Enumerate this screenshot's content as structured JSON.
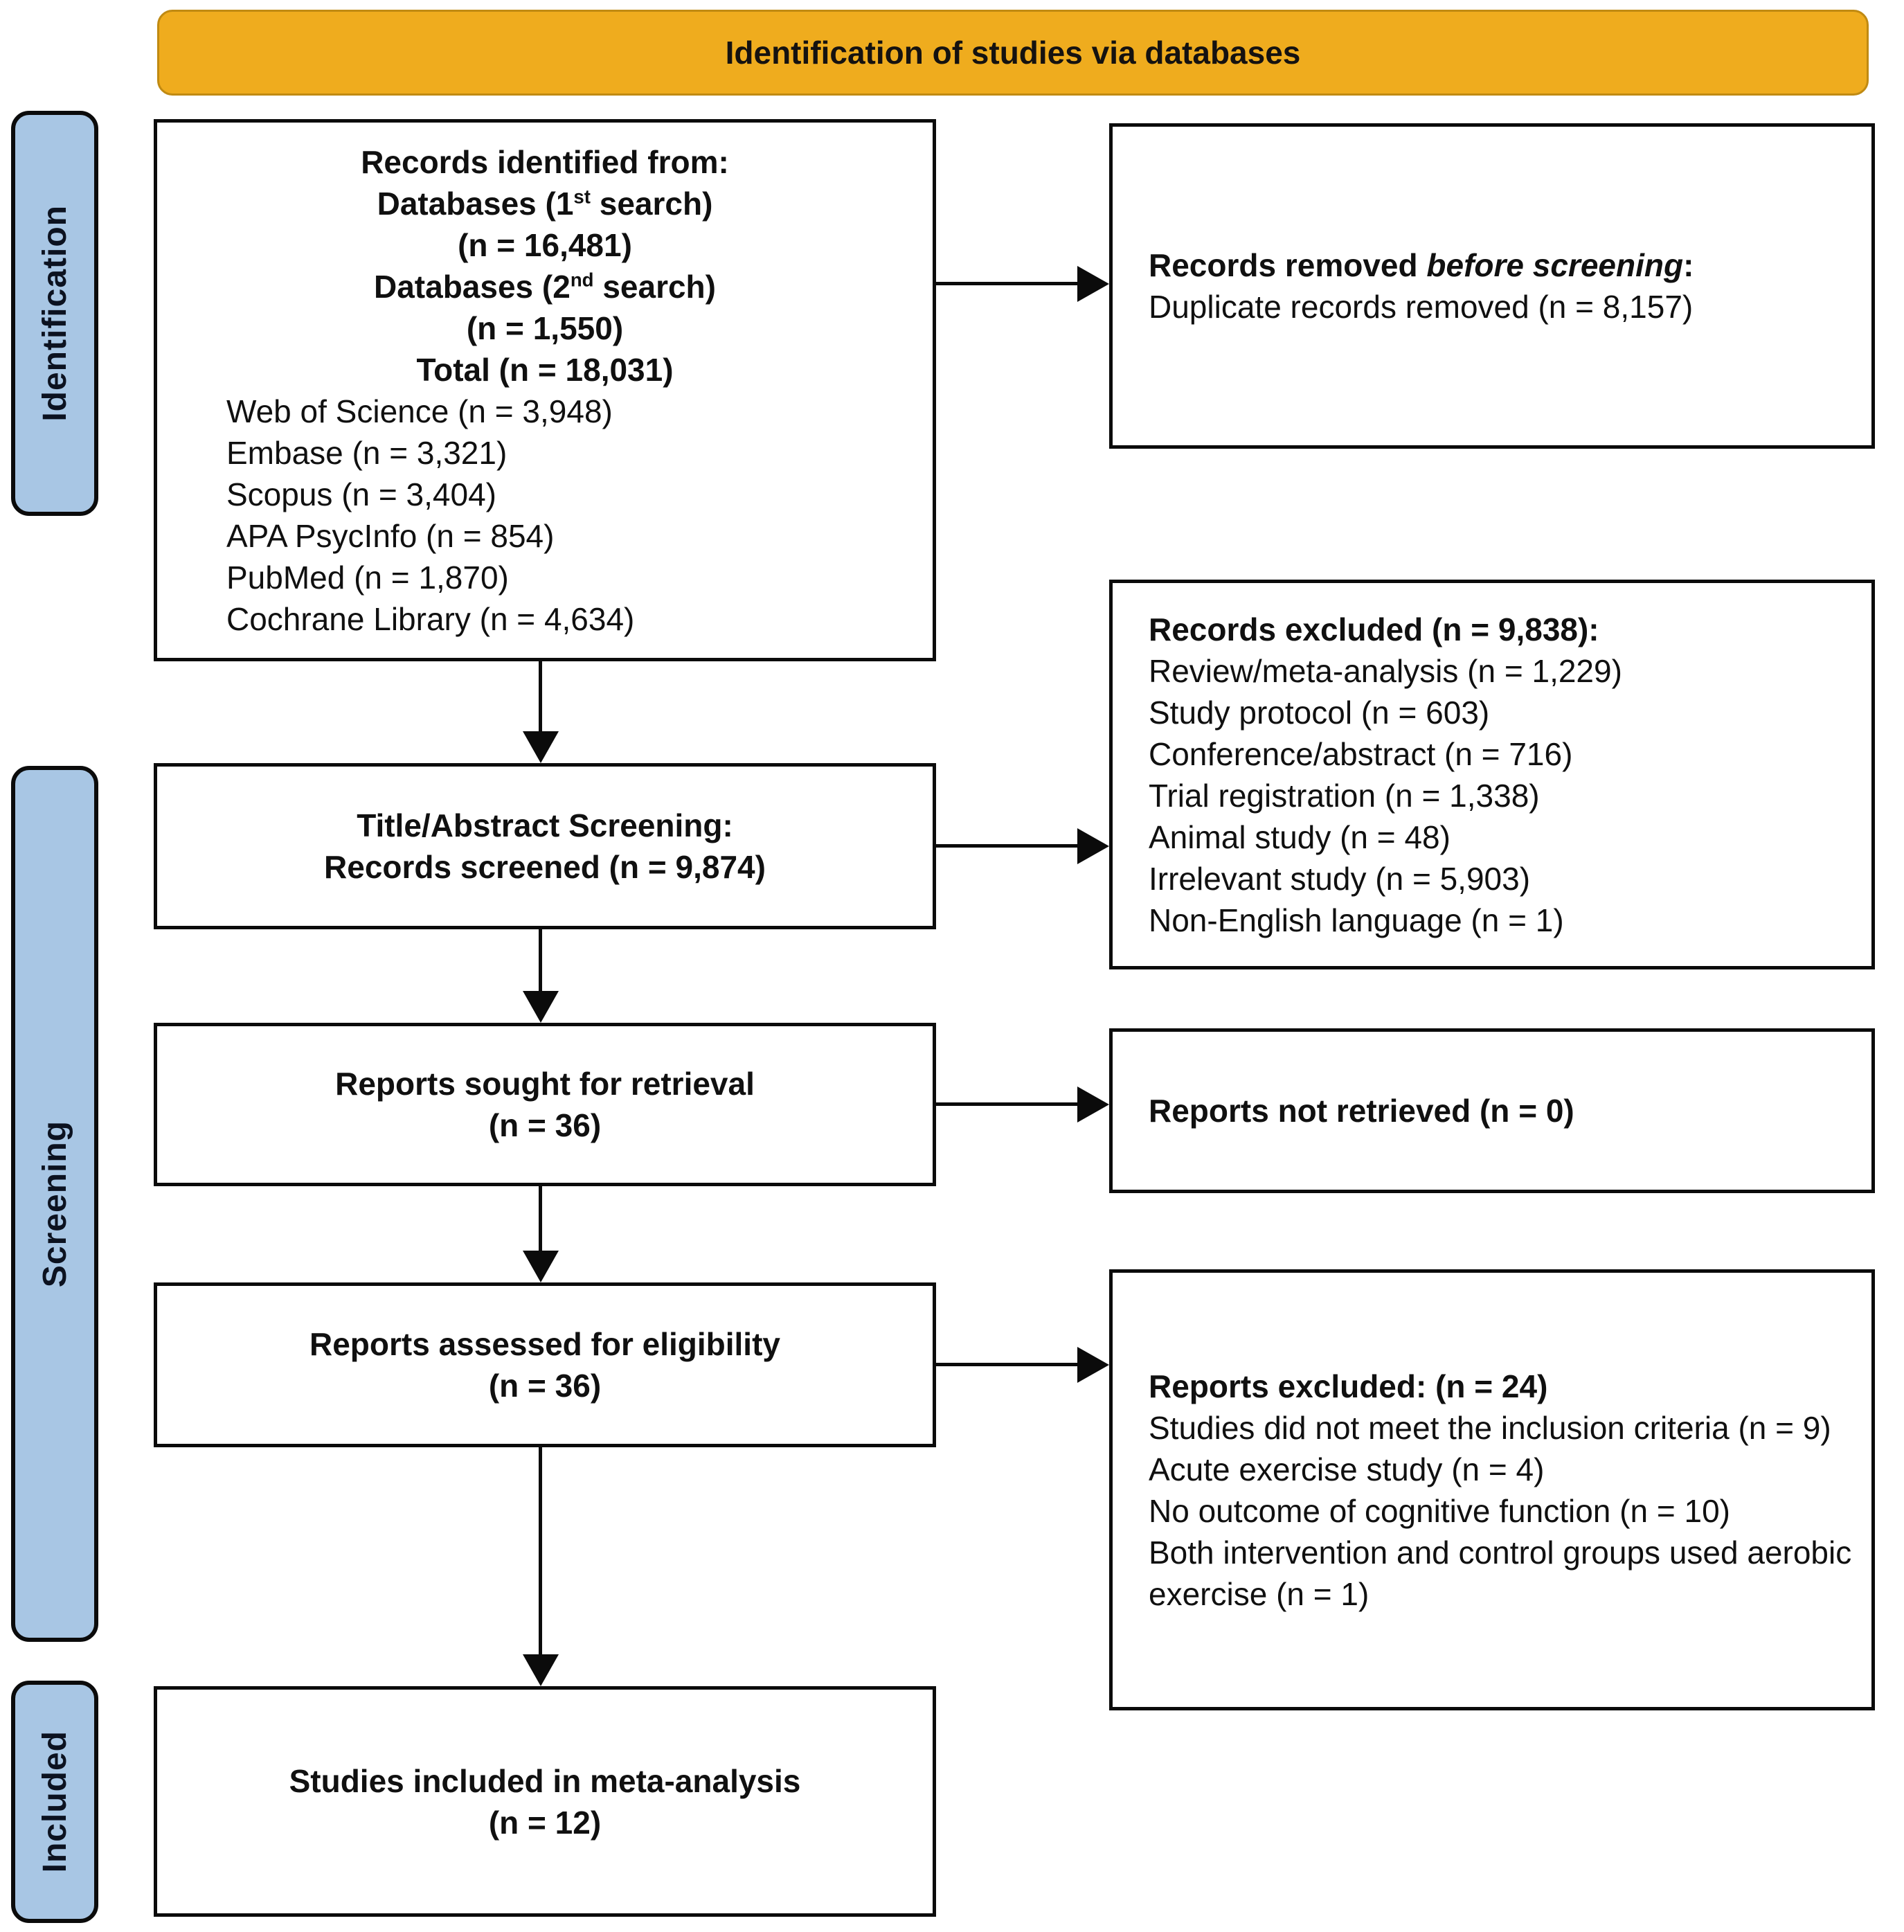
{
  "banner": {
    "title": "Identification of studies via databases"
  },
  "side_labels": [
    {
      "id": "identification",
      "text": "Identification"
    },
    {
      "id": "screening",
      "text": "Screening"
    },
    {
      "id": "included",
      "text": "Included"
    }
  ],
  "colors": {
    "banner_bg": "#EFAC1E",
    "banner_border": "#C08A12",
    "label_bg": "#A8C6E4",
    "label_border": "#0B0B0B",
    "box_border": "#0B0B0B",
    "arrow": "#0B0B0B",
    "text": "#101010",
    "background": "#FFFFFF"
  },
  "boxes": {
    "records_identified": {
      "lines": [
        {
          "align": "center",
          "segs": [
            {
              "t": "Records identified from:",
              "b": true
            }
          ]
        },
        {
          "align": "center",
          "segs": [
            {
              "t": "Databases (1",
              "b": true
            },
            {
              "t": "st",
              "b": true,
              "sup": true
            },
            {
              "t": " search)",
              "b": true
            }
          ]
        },
        {
          "align": "center",
          "segs": [
            {
              "t": "(n = 16,481)",
              "b": true
            }
          ]
        },
        {
          "align": "center",
          "segs": [
            {
              "t": "Databases (2",
              "b": true
            },
            {
              "t": "nd",
              "b": true,
              "sup": true
            },
            {
              "t": " search)",
              "b": true
            }
          ]
        },
        {
          "align": "center",
          "segs": [
            {
              "t": "(n = 1,550)",
              "b": true
            }
          ]
        },
        {
          "align": "center",
          "segs": [
            {
              "t": "Total (n = 18,031)",
              "b": true
            }
          ]
        },
        {
          "align": "left",
          "indent": true,
          "segs": [
            {
              "t": "Web of Science (n = 3,948)"
            }
          ]
        },
        {
          "align": "left",
          "indent": true,
          "segs": [
            {
              "t": "Embase (n = 3,321)"
            }
          ]
        },
        {
          "align": "left",
          "indent": true,
          "segs": [
            {
              "t": "Scopus (n = 3,404)"
            }
          ]
        },
        {
          "align": "left",
          "indent": true,
          "segs": [
            {
              "t": "APA PsycInfo (n = 854)"
            }
          ]
        },
        {
          "align": "left",
          "indent": true,
          "segs": [
            {
              "t": "PubMed (n = 1,870)"
            }
          ]
        },
        {
          "align": "left",
          "indent": true,
          "segs": [
            {
              "t": "Cochrane Library (n = 4,634)"
            }
          ]
        }
      ]
    },
    "records_removed": {
      "lines": [
        {
          "align": "left",
          "segs": [
            {
              "t": "Records removed ",
              "b": true
            },
            {
              "t": "before screening",
              "b": true,
              "i": true
            },
            {
              "t": ":",
              "b": true
            }
          ]
        },
        {
          "align": "left",
          "segs": [
            {
              "t": "Duplicate records removed (n = 8,157)"
            }
          ]
        }
      ]
    },
    "title_abstract_screening": {
      "lines": [
        {
          "align": "center",
          "segs": [
            {
              "t": "Title/Abstract Screening:",
              "b": true
            }
          ]
        },
        {
          "align": "center",
          "segs": [
            {
              "t": "Records screened (n = 9,874)",
              "b": true
            }
          ]
        }
      ]
    },
    "records_excluded": {
      "lines": [
        {
          "align": "left",
          "segs": [
            {
              "t": "Records excluded (n = 9,838):",
              "b": true
            }
          ]
        },
        {
          "align": "left",
          "segs": [
            {
              "t": "Review/meta-analysis (n = 1,229)"
            }
          ]
        },
        {
          "align": "left",
          "segs": [
            {
              "t": "Study protocol (n = 603)"
            }
          ]
        },
        {
          "align": "left",
          "segs": [
            {
              "t": "Conference/abstract (n = 716)"
            }
          ]
        },
        {
          "align": "left",
          "segs": [
            {
              "t": "Trial registration (n = 1,338)"
            }
          ]
        },
        {
          "align": "left",
          "segs": [
            {
              "t": "Animal study (n = 48)"
            }
          ]
        },
        {
          "align": "left",
          "segs": [
            {
              "t": "Irrelevant study (n = 5,903)"
            }
          ]
        },
        {
          "align": "left",
          "segs": [
            {
              "t": "Non-English language (n = 1)"
            }
          ]
        }
      ]
    },
    "reports_sought": {
      "lines": [
        {
          "align": "center",
          "segs": [
            {
              "t": "Reports sought for retrieval",
              "b": true
            }
          ]
        },
        {
          "align": "center",
          "segs": [
            {
              "t": "(n = 36)",
              "b": true
            }
          ]
        }
      ]
    },
    "reports_not_retrieved": {
      "lines": [
        {
          "align": "left",
          "segs": [
            {
              "t": "Reports not retrieved (n = 0)",
              "b": true
            }
          ]
        }
      ]
    },
    "reports_assessed": {
      "lines": [
        {
          "align": "center",
          "segs": [
            {
              "t": "Reports assessed for eligibility",
              "b": true
            }
          ]
        },
        {
          "align": "center",
          "segs": [
            {
              "t": "(n = 36)",
              "b": true
            }
          ]
        }
      ]
    },
    "reports_excluded": {
      "lines": [
        {
          "align": "left",
          "segs": [
            {
              "t": "Reports excluded: (n = 24)",
              "b": true
            }
          ]
        },
        {
          "align": "left",
          "segs": [
            {
              "t": "Studies did not meet the inclusion criteria (n = 9)"
            }
          ]
        },
        {
          "align": "left",
          "segs": [
            {
              "t": "Acute exercise study (n = 4)"
            }
          ]
        },
        {
          "align": "left",
          "segs": [
            {
              "t": "No outcome of cognitive function (n = 10)"
            }
          ]
        },
        {
          "align": "left",
          "segs": [
            {
              "t": "Both intervention and control groups used aerobic exercise (n = 1)"
            }
          ]
        }
      ]
    },
    "studies_included": {
      "lines": [
        {
          "align": "center",
          "segs": [
            {
              "t": "Studies included in meta-analysis",
              "b": true
            }
          ]
        },
        {
          "align": "center",
          "segs": [
            {
              "t": "(n = 12)",
              "b": true
            }
          ]
        }
      ]
    }
  }
}
